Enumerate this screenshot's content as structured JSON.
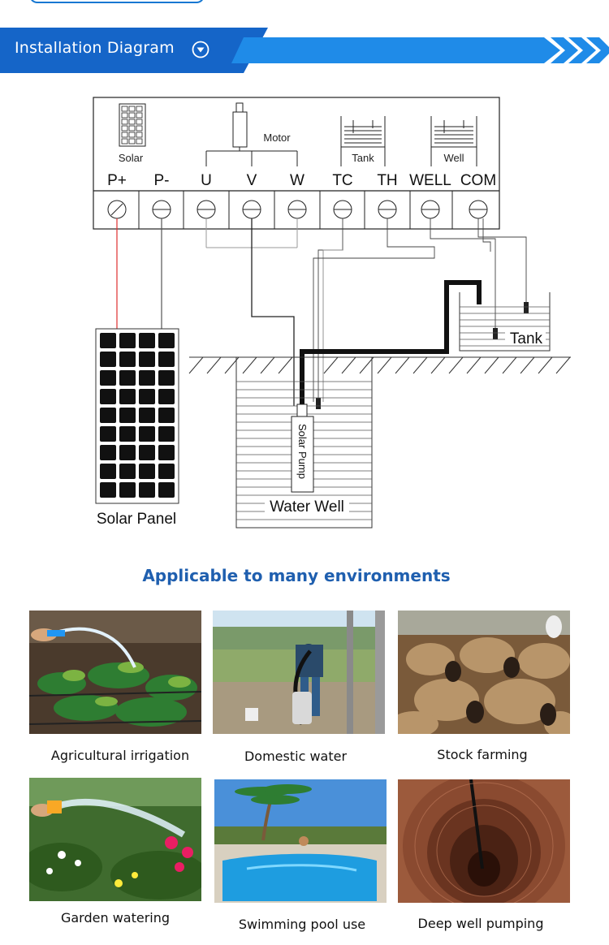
{
  "header": {
    "title": "Installation Diagram",
    "toggle_icon": "chevron-down-circle-icon",
    "accent": "#1f8be8",
    "dark": "#1565c8"
  },
  "diagram": {
    "controller": {
      "solar_label": "Solar",
      "motor_label": "Motor",
      "tank_label": "Tank",
      "well_label": "Well",
      "terminals": [
        "P+",
        "P-",
        "U",
        "V",
        "W",
        "TC",
        "TH",
        "WELL",
        "COM"
      ]
    },
    "solar_panel_label": "Solar Panel",
    "pump_label": "Solar Pump",
    "water_well_label": "Water Well",
    "tank_label": "Tank"
  },
  "applications": {
    "title": "Applicable to many environments",
    "items": [
      {
        "label": "Agricultural irrigation",
        "icon": "irrigation-photo"
      },
      {
        "label": "Domestic water",
        "icon": "domestic-water-photo"
      },
      {
        "label": "Stock farming",
        "icon": "sheep-photo"
      },
      {
        "label": "Garden watering",
        "icon": "garden-photo"
      },
      {
        "label": "Swimming pool use",
        "icon": "pool-photo"
      },
      {
        "label": "Deep well pumping",
        "icon": "deep-well-photo"
      }
    ]
  }
}
